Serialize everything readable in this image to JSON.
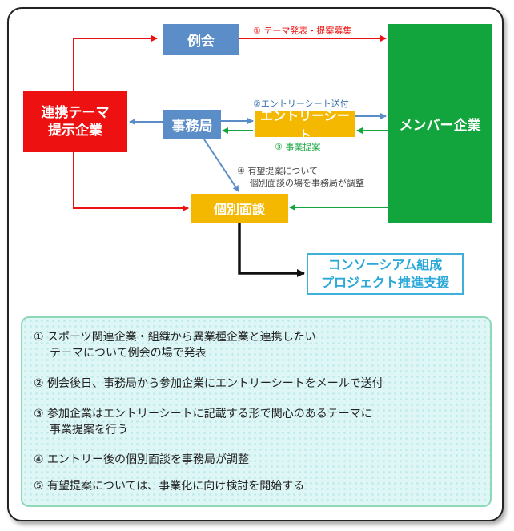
{
  "nodes": {
    "reikai": "例会",
    "teian_kigyo": [
      "連携テーマ",
      "提示企業"
    ],
    "jimukyoku": "事務局",
    "entry_sheet": "エントリーシート",
    "member": "メンバー企業",
    "kobetsu": "個別面談",
    "consortium": [
      "コンソーシアム組成",
      "プロジェクト推進支援"
    ]
  },
  "labels": {
    "l1": "① テーマ発表・提案募集",
    "l2": "②エントリーシート送付",
    "l3": "③ 事業提案",
    "l4": [
      "④ 有望提案について",
      "個別面談の場を事務局が調整"
    ]
  },
  "notes": [
    {
      "lines": [
        "① スポーツ関連企業・組織から異業種企業と連携したい",
        "テーマについて例会の場で発表"
      ]
    },
    {
      "lines": [
        "② 例会後日、事務局から参加企業にエントリーシートをメールで送付"
      ]
    },
    {
      "lines": [
        "③ 参加企業はエントリーシートに記載する形で関心のあるテーマに",
        "事業提案を行う"
      ]
    },
    {
      "lines": [
        "④ エントリー後の個別面談を事務局が調整"
      ]
    },
    {
      "lines": [
        "⑤ 有望提案については、事業化に向け検討を開始する"
      ]
    }
  ],
  "colors": {
    "red": "#ee1111",
    "blue": "#5b8dc8",
    "green": "#13a53d",
    "yellow": "#f5b800",
    "cyan": "#3fb0d8"
  }
}
